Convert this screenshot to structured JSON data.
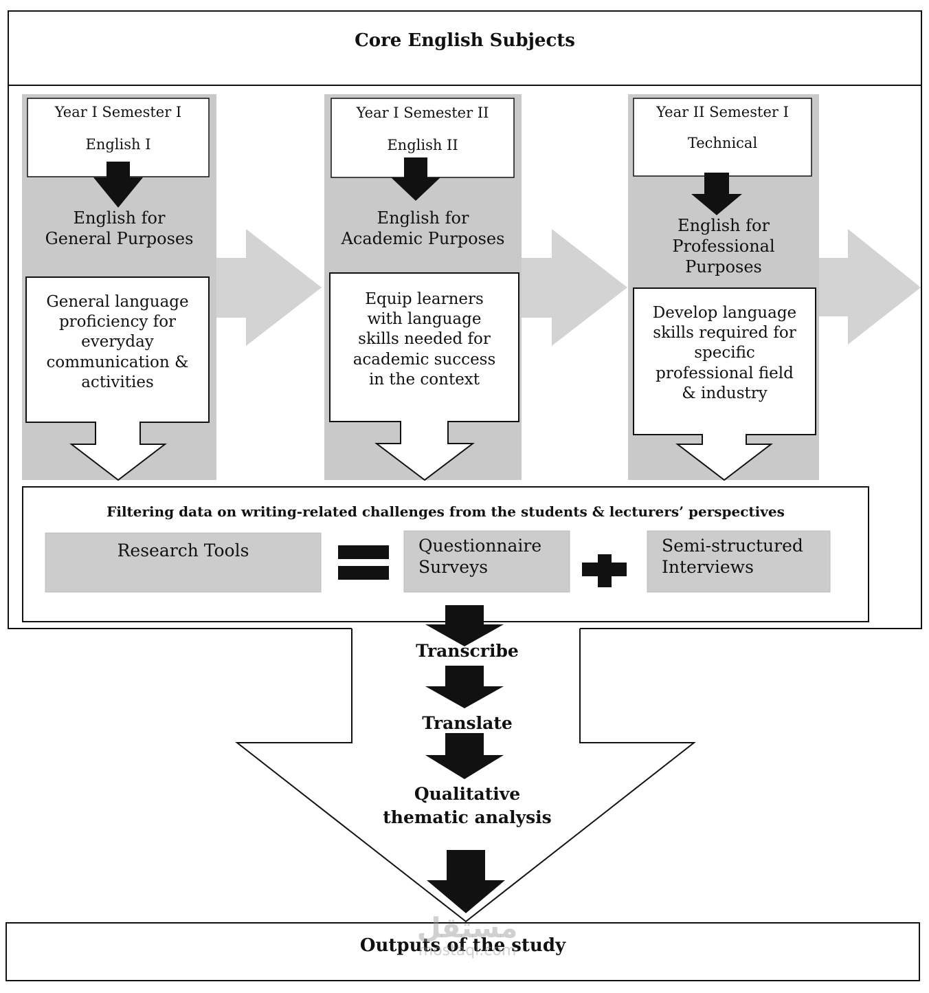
{
  "title": "Core English Subjects",
  "semesters": [
    {
      "term": "Year I Semester I",
      "subject": "English I",
      "purpose": "English for\nGeneral Purposes",
      "description": "General language\nproficiency for\neveryday\ncommunication &\nactivities"
    },
    {
      "term": "Year I Semester II",
      "subject": "English II",
      "purpose": "English for\nAcademic Purposes",
      "description": "Equip learners\nwith language\nskills needed for\nacademic success\nin the context"
    },
    {
      "term": "Year II Semester I",
      "subject": "Technical",
      "purpose": "English for\nProfessional\nPurposes",
      "description": "Develop language\nskills required for\nspecific\nprofessional field\n& industry"
    }
  ],
  "filtering": {
    "title": "Filtering data on writing-related challenges from the students & lecturers’ perspectives",
    "research_tools": "Research Tools",
    "questionnaire": "Questionnaire\nSurveys",
    "interviews": "Semi-structured\nInterviews"
  },
  "steps": {
    "transcribe": "Transcribe",
    "translate": "Translate",
    "analysis": "Qualitative\nthematic analysis"
  },
  "outputs": "Outputs of the study",
  "watermark": {
    "main": "مستقل",
    "sub": "mostaql.com"
  },
  "colors": {
    "panel_gray": "#c9c9c9",
    "arrow_gray": "#d0d0d0",
    "tool_gray": "#cccccc",
    "black": "#111111"
  }
}
